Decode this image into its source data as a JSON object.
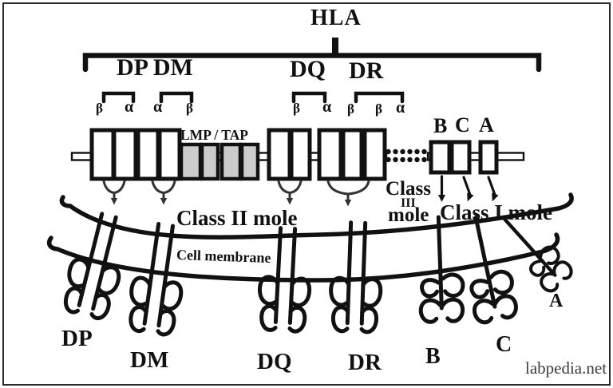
{
  "title": "HLA",
  "regions": {
    "dp_dm": "DP DM",
    "dq": "DQ",
    "dr": "DR"
  },
  "gene_letters": {
    "dp": [
      "β",
      "α"
    ],
    "dm": [
      "α",
      "β"
    ],
    "dq": [
      "β",
      "α"
    ],
    "dr": [
      "β",
      "β",
      "α"
    ]
  },
  "lmp_tap": "LMP / TAP",
  "class1_genes": {
    "b": "B",
    "c": "C",
    "a": "A"
  },
  "annotations": {
    "class2_molecule": "Class II mole",
    "class3_word1": "Class",
    "class3_word2": "III",
    "class3_word3": "mole",
    "class1_molecule": "Class I mole",
    "cell_membrane": "Cell membrane"
  },
  "receptors": {
    "dp": "DP",
    "dm": "DM",
    "dq": "DQ",
    "dr": "DR",
    "b": "B",
    "c": "C",
    "a": "A"
  },
  "watermark": "labpedia.net",
  "colors": {
    "ink": "#111111",
    "lmp_tap_box_fill": "#cccccc",
    "watermark": "#3d3d3d",
    "background": "#ffffff"
  }
}
